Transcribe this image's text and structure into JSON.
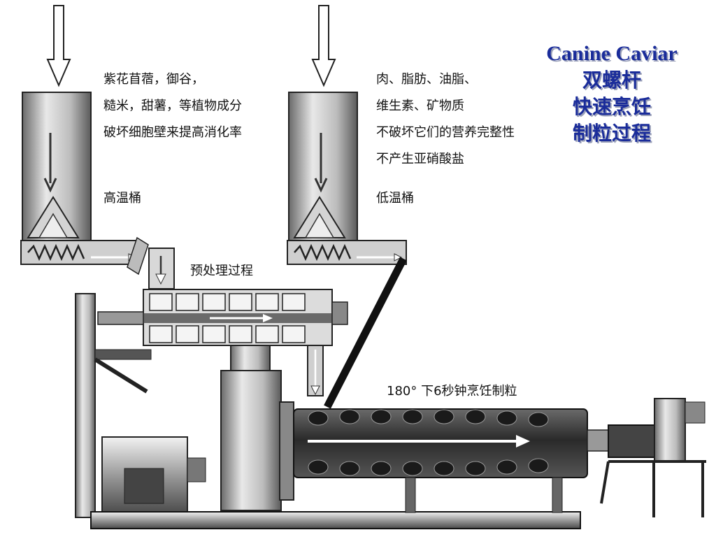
{
  "title": {
    "line1": "Canine Caviar",
    "line2": "双螺杆",
    "line3": "快速烹饪",
    "line4": "制粒过程"
  },
  "left_hopper": {
    "lines": [
      "紫花苜蓿，御谷，",
      "糙米，甜薯，等植物成分",
      "破坏细胞壁来提高消化率"
    ],
    "name": "高温桶"
  },
  "right_hopper": {
    "lines": [
      "肉、脂肪、油脂、",
      "维生素、矿物质",
      "不破坏它们的营养完整性",
      "不产生亚硝酸盐"
    ],
    "name": "低温桶"
  },
  "preprocess_label": "预处理过程",
  "cooking_label": "180° 下6秒钟烹饪制粒"
}
